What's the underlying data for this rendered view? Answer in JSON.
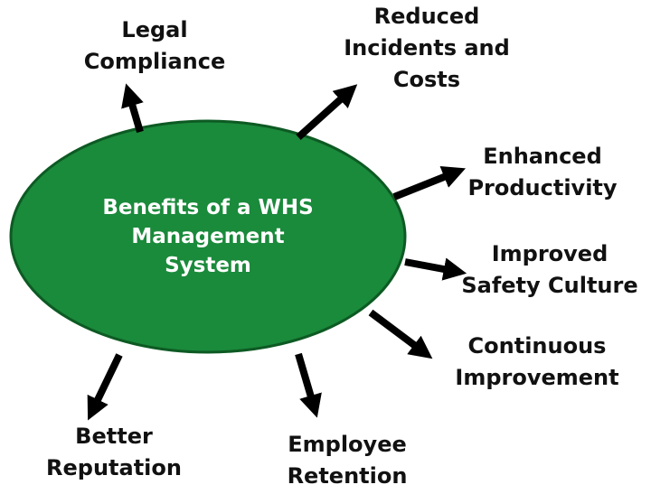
{
  "center": {
    "lines": [
      "Benefits of a WHS",
      "Management",
      "System"
    ],
    "fill_color": "#1a8a3b",
    "text_color": "#ffffff"
  },
  "benefits": [
    {
      "lines": [
        "Legal",
        "Compliance"
      ]
    },
    {
      "lines": [
        "Reduced",
        "Incidents and",
        "Costs"
      ]
    },
    {
      "lines": [
        "Enhanced",
        "Productivity"
      ]
    },
    {
      "lines": [
        "Improved",
        "Safety Culture"
      ]
    },
    {
      "lines": [
        "Continuous",
        "Improvement"
      ]
    },
    {
      "lines": [
        "Employee",
        "Retention"
      ]
    },
    {
      "lines": [
        "Better",
        "Reputation"
      ]
    }
  ],
  "arrow_color": "#000000"
}
